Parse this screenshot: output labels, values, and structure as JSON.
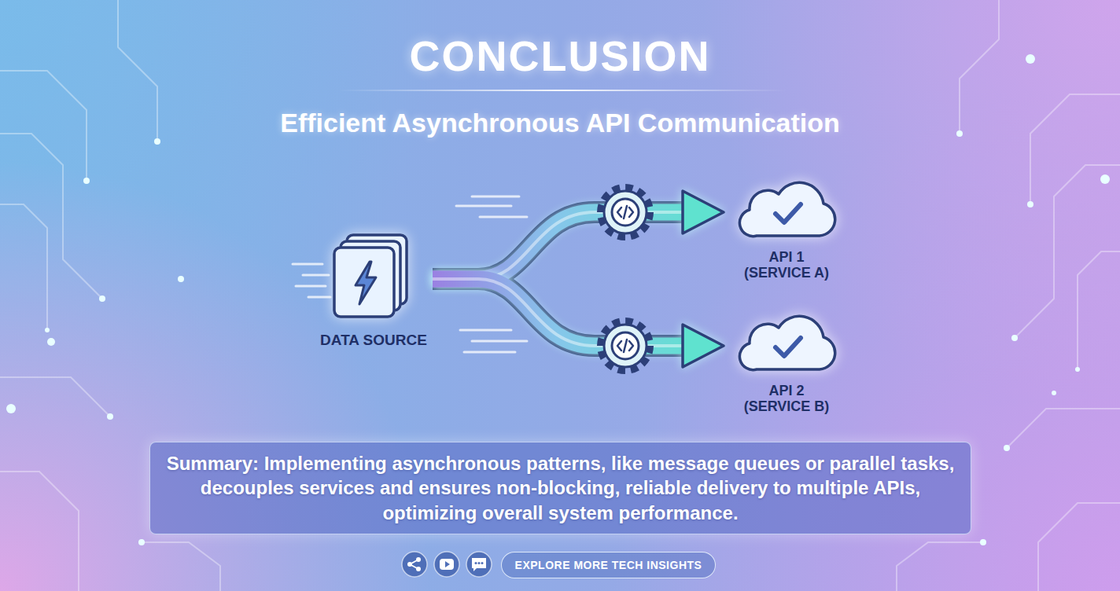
{
  "diagram": {
    "title": "CONCLUSION",
    "nodes": [
      {
        "text": [
          "DATA SOURCE"
        ]
      },
      {
        "text": [
          "API 1 (SERVICE A)"
        ]
      },
      {
        "text": [
          "API 2 (SERVICE B)"
        ]
      },
      {
        "text": [
          "Summary: Implementing asynchronous patterns, like message queues or parallel tasks, decouples services and ensures non-blocking, reliable delivery to multiple APIs, optimizing overall system performance."
        ]
      },
      {
        "text": [
          "EXPLORE MORE TECH INSIGHTS"
        ]
      }
    ],
    "edges": [
      {
        "from": 0,
        "to": 1,
        "arrow": "to"
      },
      {
        "from": 0,
        "to": 2,
        "arrow": "to"
      }
    ],
    "labels": [
      "Efficient Asynchronous API Communication"
    ]
  }
}
